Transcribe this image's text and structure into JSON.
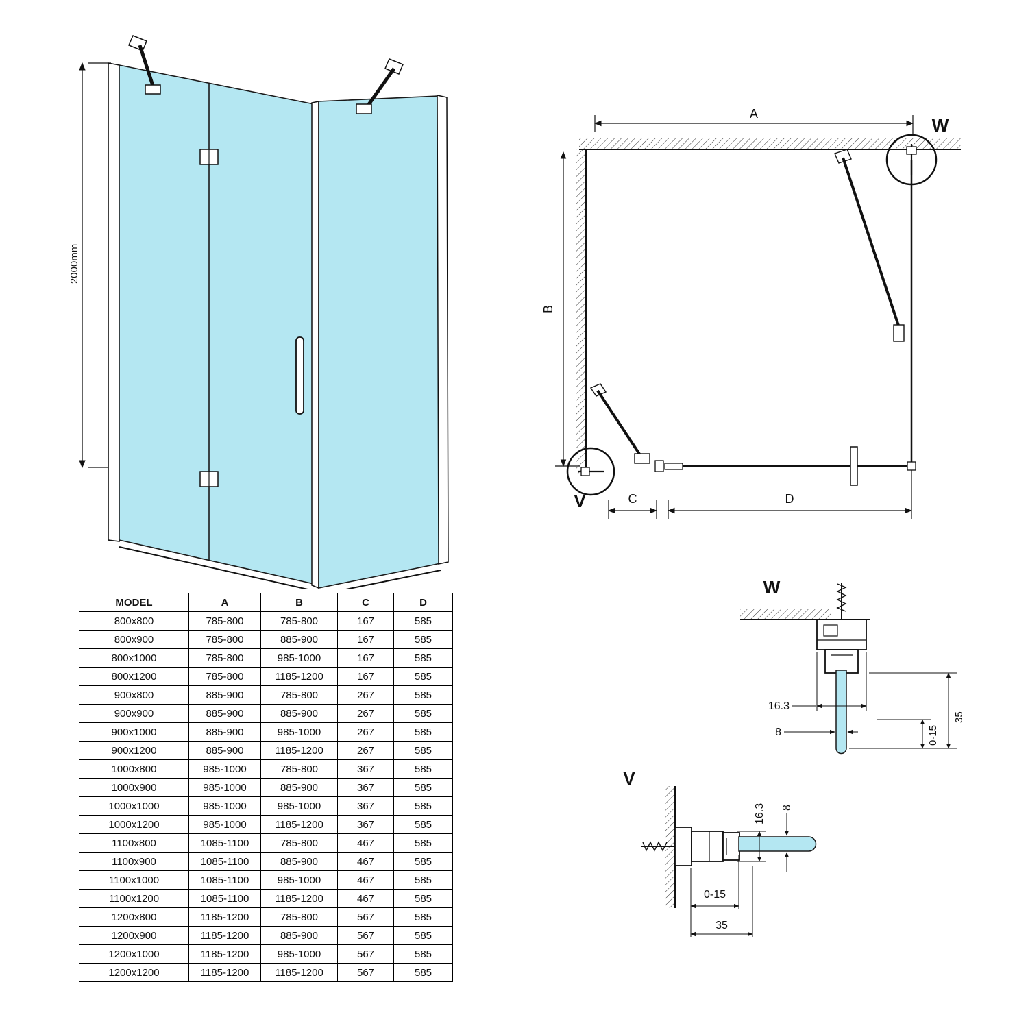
{
  "colors": {
    "glass": "#b4e7f2",
    "line": "#111111"
  },
  "perspective": {
    "height_dim": "2000mm"
  },
  "plan": {
    "dim_a": "A",
    "dim_b": "B",
    "dim_c": "C",
    "dim_d": "D",
    "detail_w_label": "W",
    "detail_v_label": "V"
  },
  "details": {
    "w": {
      "label": "W",
      "dim_width": "16.3",
      "dim_glass": "8",
      "dim_adjust": "0-15",
      "dim_total": "35"
    },
    "v": {
      "label": "V",
      "dim_width": "16.3",
      "dim_glass": "8",
      "dim_adjust": "0-15",
      "dim_total": "35"
    }
  },
  "table": {
    "headers": [
      "MODEL",
      "A",
      "B",
      "C",
      "D"
    ],
    "rows": [
      [
        "800x800",
        "785-800",
        "785-800",
        "167",
        "585"
      ],
      [
        "800x900",
        "785-800",
        "885-900",
        "167",
        "585"
      ],
      [
        "800x1000",
        "785-800",
        "985-1000",
        "167",
        "585"
      ],
      [
        "800x1200",
        "785-800",
        "1185-1200",
        "167",
        "585"
      ],
      [
        "900x800",
        "885-900",
        "785-800",
        "267",
        "585"
      ],
      [
        "900x900",
        "885-900",
        "885-900",
        "267",
        "585"
      ],
      [
        "900x1000",
        "885-900",
        "985-1000",
        "267",
        "585"
      ],
      [
        "900x1200",
        "885-900",
        "1185-1200",
        "267",
        "585"
      ],
      [
        "1000x800",
        "985-1000",
        "785-800",
        "367",
        "585"
      ],
      [
        "1000x900",
        "985-1000",
        "885-900",
        "367",
        "585"
      ],
      [
        "1000x1000",
        "985-1000",
        "985-1000",
        "367",
        "585"
      ],
      [
        "1000x1200",
        "985-1000",
        "1185-1200",
        "367",
        "585"
      ],
      [
        "1100x800",
        "1085-1100",
        "785-800",
        "467",
        "585"
      ],
      [
        "1100x900",
        "1085-1100",
        "885-900",
        "467",
        "585"
      ],
      [
        "1100x1000",
        "1085-1100",
        "985-1000",
        "467",
        "585"
      ],
      [
        "1100x1200",
        "1085-1100",
        "1185-1200",
        "467",
        "585"
      ],
      [
        "1200x800",
        "1185-1200",
        "785-800",
        "567",
        "585"
      ],
      [
        "1200x900",
        "1185-1200",
        "885-900",
        "567",
        "585"
      ],
      [
        "1200x1000",
        "1185-1200",
        "985-1000",
        "567",
        "585"
      ],
      [
        "1200x1200",
        "1185-1200",
        "1185-1200",
        "567",
        "585"
      ]
    ]
  }
}
